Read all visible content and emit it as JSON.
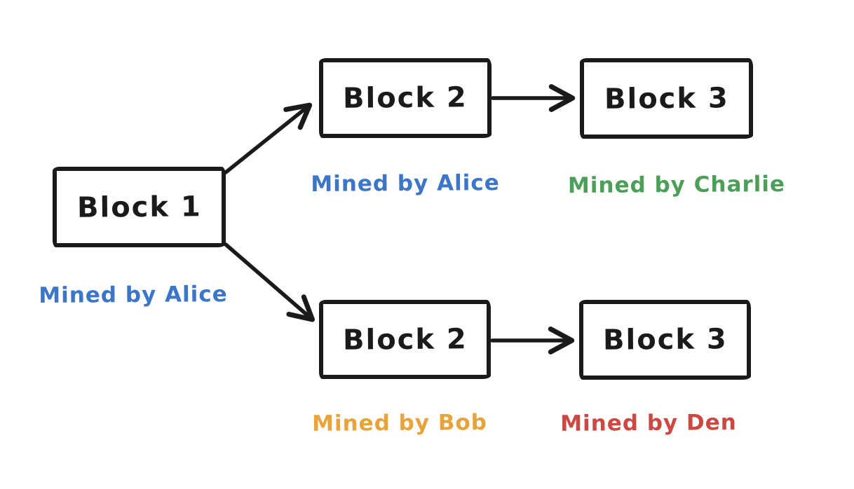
{
  "diagram": {
    "title": "Blockchain fork diagram",
    "background_color": "#ffffff",
    "stroke_color": "#1a1a1a",
    "nodes": {
      "block1": {
        "label": "Block 1",
        "miner": "Mined by Alice",
        "miner_color": "#3b76c8"
      },
      "block2_top": {
        "label": "Block 2",
        "miner": "Mined by Alice",
        "miner_color": "#3b76c8"
      },
      "block3_top": {
        "label": "Block 3",
        "miner": "Mined by Charlie",
        "miner_color": "#4d9e58"
      },
      "block2_bottom": {
        "label": "Block 2",
        "miner": "Mined by Bob",
        "miner_color": "#e8a33a"
      },
      "block3_bottom": {
        "label": "Block 3",
        "miner": "Mined by Den",
        "miner_color": "#cc4840"
      }
    },
    "edges": [
      {
        "from": "block1",
        "to": "block2_top"
      },
      {
        "from": "block1",
        "to": "block2_bottom"
      },
      {
        "from": "block2_top",
        "to": "block3_top"
      },
      {
        "from": "block2_bottom",
        "to": "block3_bottom"
      }
    ]
  }
}
